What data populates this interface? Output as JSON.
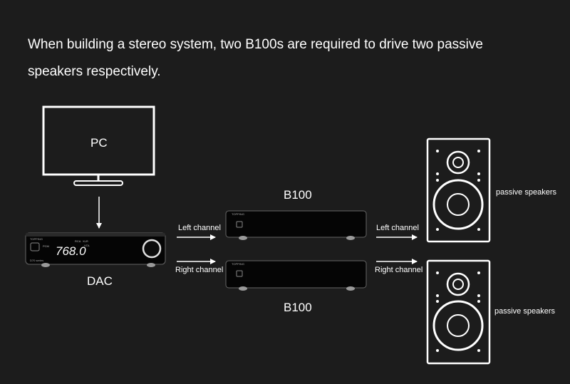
{
  "heading": "When building a stereo system, two B100s are required to drive two passive speakers respectively.",
  "nodes": {
    "pc": "PC",
    "dac": "DAC",
    "amp_top": "B100",
    "amp_bottom": "B100",
    "speaker_top": "passive speakers",
    "speaker_bottom": "passive speakers"
  },
  "connections": {
    "dac_left": "Left channel",
    "dac_right": "Right channel",
    "amp_left": "Left channel",
    "amp_right": "Right channel"
  },
  "dac_display": {
    "sample_rate": "768.0",
    "mode_left": "PCM",
    "mode_a": "RCA",
    "mode_b": "XLR",
    "vol": "VOL",
    "brand": "TOPPING",
    "model": "D70 series"
  },
  "amp_brand": "TOPPING",
  "colors": {
    "background": "#1c1c1c",
    "stroke": "#ffffff"
  }
}
